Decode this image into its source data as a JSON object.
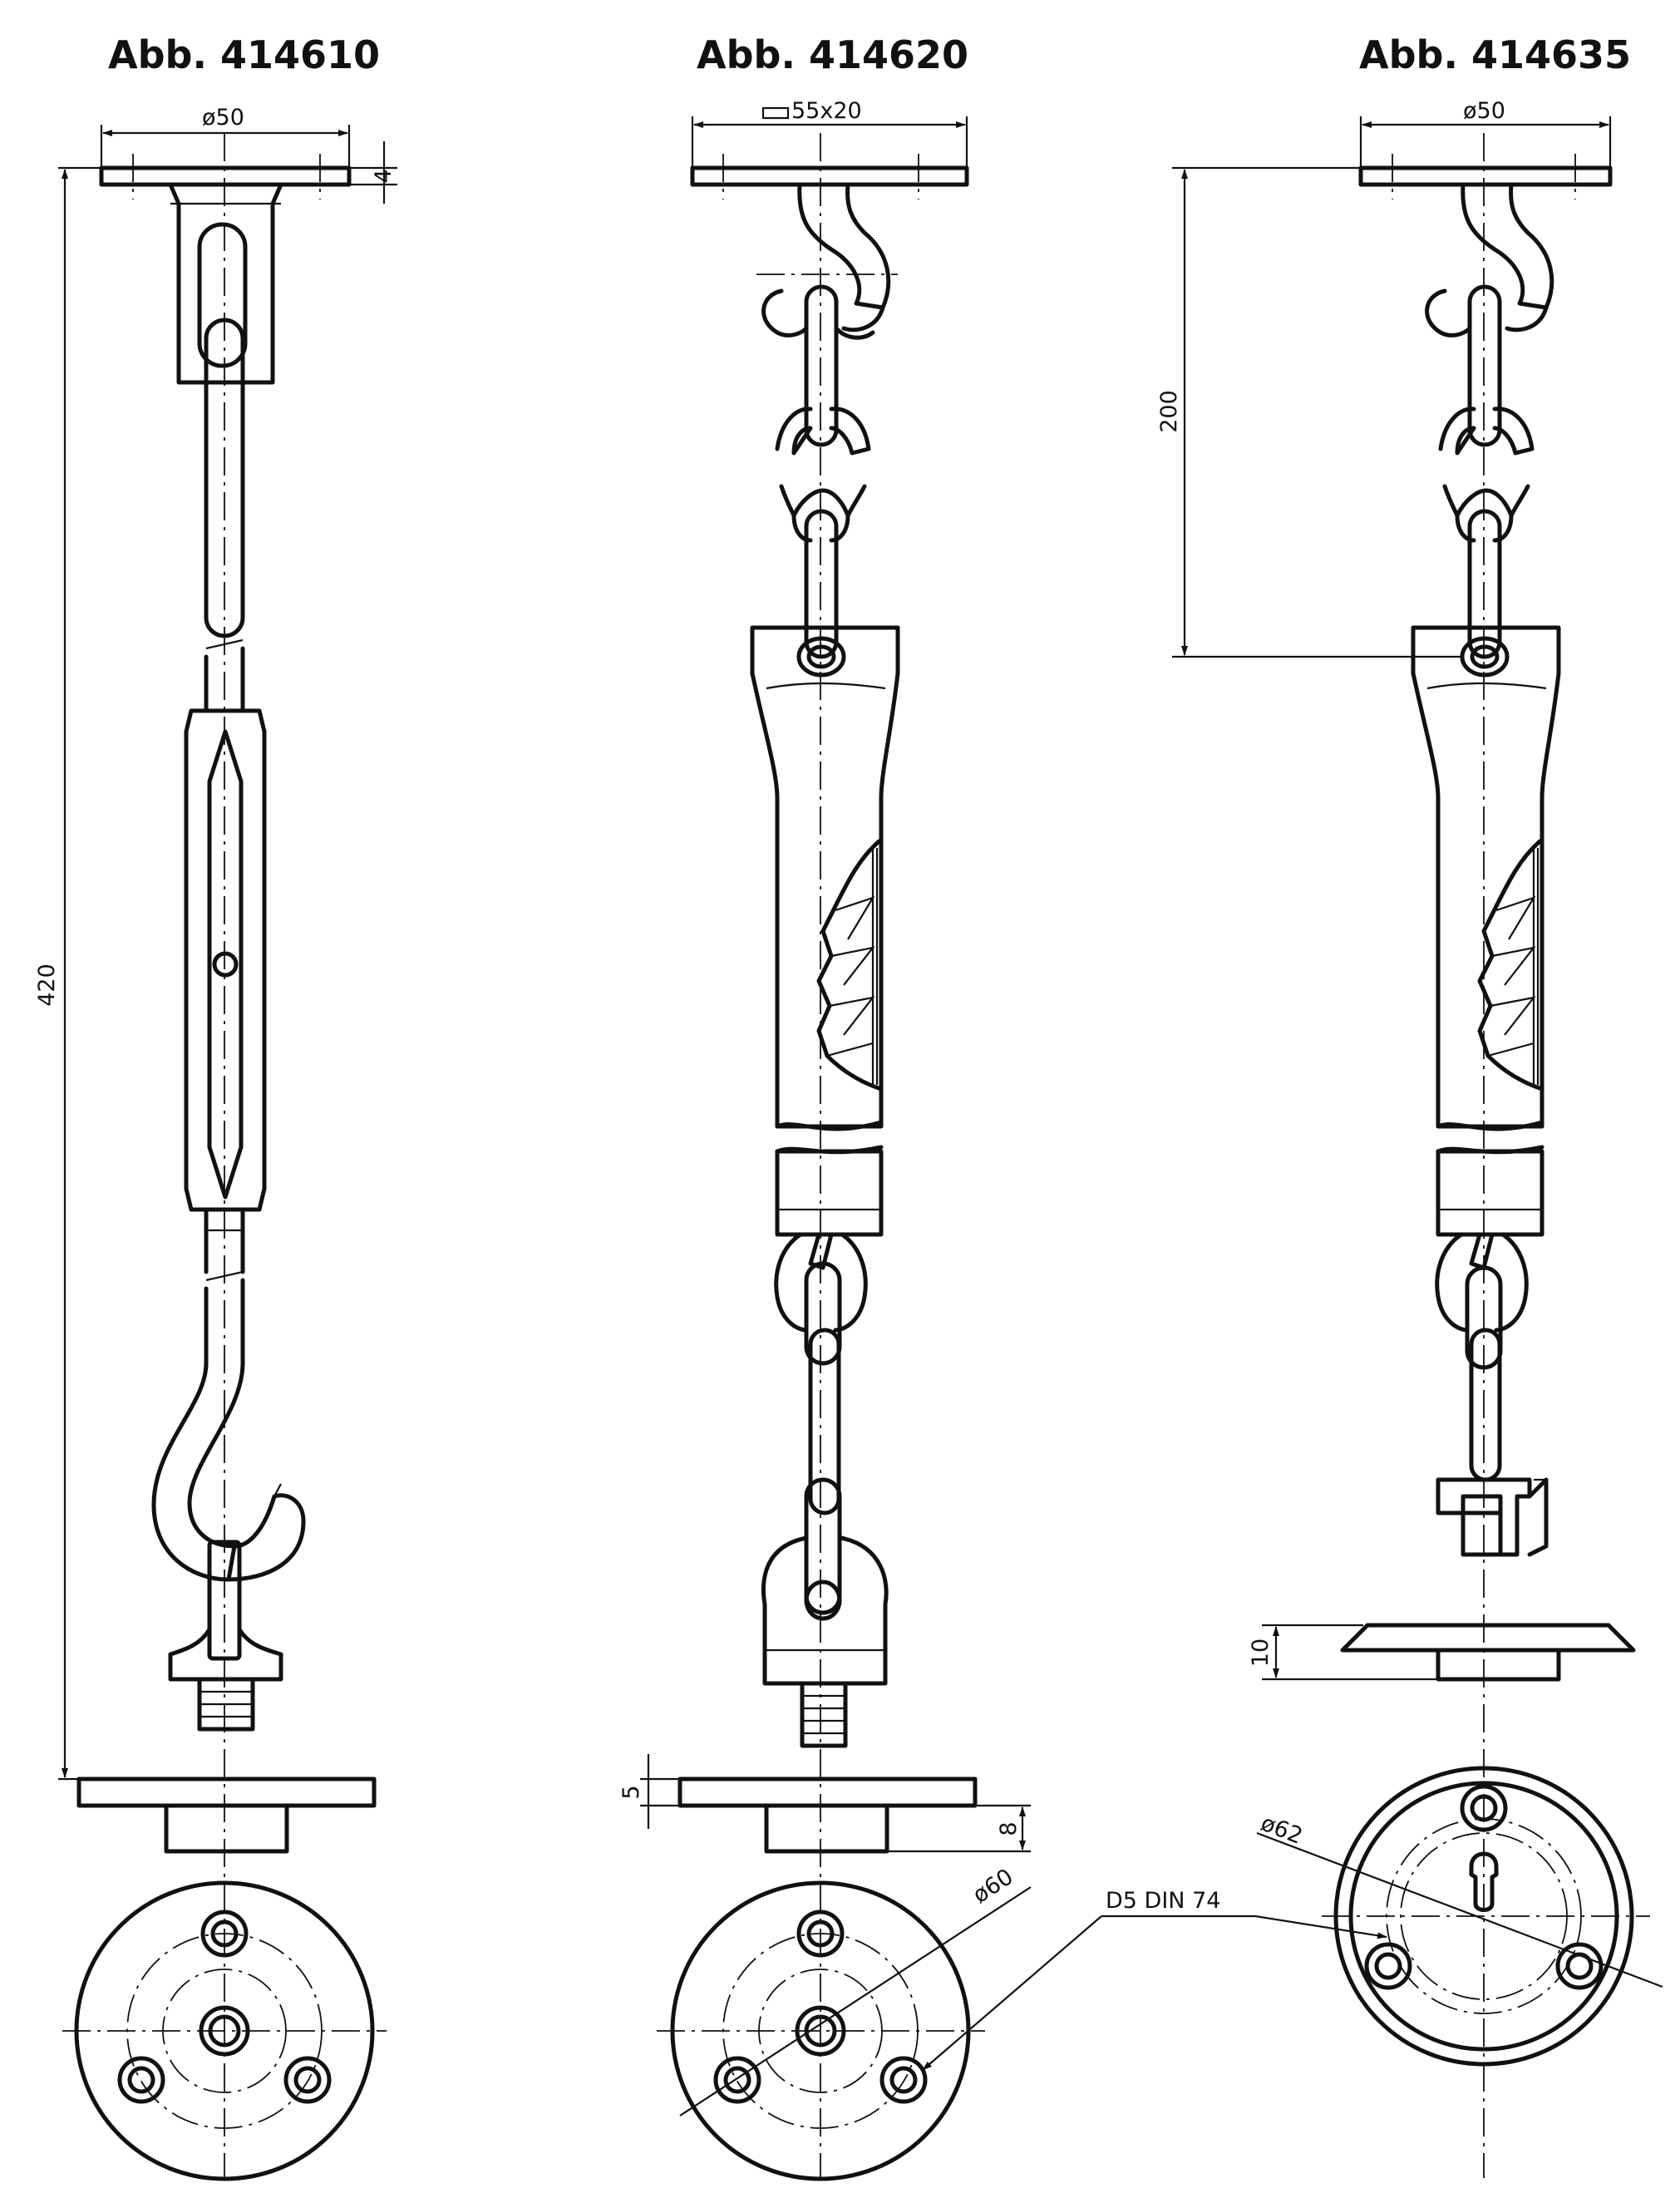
{
  "figures": [
    {
      "title": "Abb. 414610",
      "dims": {
        "plate_width": "ø50",
        "plate_thickness": "4",
        "overall_length": "420"
      }
    },
    {
      "title": "Abb. 414620",
      "dims": {
        "plate_section": "55x20",
        "base_thickness": "5",
        "base_height": "8",
        "bolt_circle": "ø60",
        "screw_note": "D5 DIN 74"
      }
    },
    {
      "title": "Abb. 414635",
      "dims": {
        "plate_width": "ø50",
        "hook_height": "200",
        "base_thickness": "10",
        "bolt_circle": "ø62"
      }
    }
  ],
  "colors": {
    "line": "#111111",
    "background": "#ffffff"
  }
}
